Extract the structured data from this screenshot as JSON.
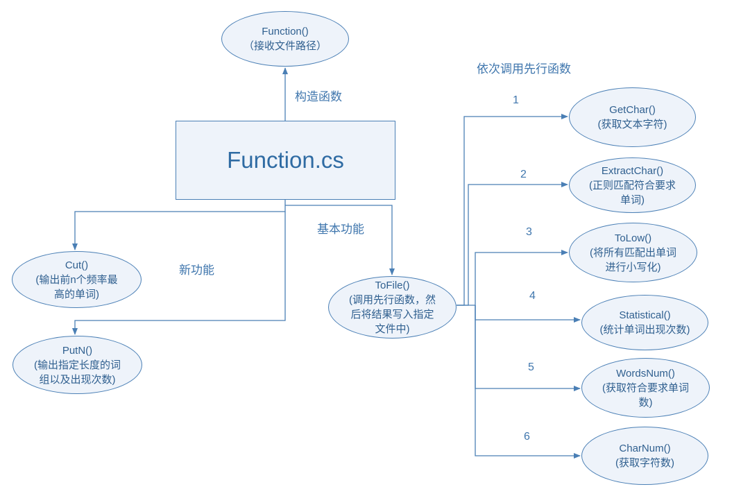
{
  "main": {
    "title": "Function.cs"
  },
  "constructor_node": {
    "line1": "Function()",
    "line2": "（接收文件路径）"
  },
  "labels": {
    "constructor": "构造函数",
    "new_feature": "新功能",
    "basic_feature": "基本功能",
    "call_order": "依次调用先行函数"
  },
  "new_features": [
    {
      "line1": "Cut()",
      "line2": "(输出前n个频率最",
      "line3": "高的单词)"
    },
    {
      "line1": "PutN()",
      "line2": "(输出指定长度的词",
      "line3": "组以及出现次数)"
    }
  ],
  "tofile": {
    "line1": "ToFile()",
    "line2": "(调用先行函数，然",
    "line3": "后将结果写入指定",
    "line4": "文件中)"
  },
  "steps": [
    {
      "number": "1",
      "line1": "GetChar()",
      "line2": "(获取文本字符)",
      "line3": ""
    },
    {
      "number": "2",
      "line1": "ExtractChar()",
      "line2": "(正则匹配符合要求",
      "line3": "单词)"
    },
    {
      "number": "3",
      "line1": "ToLow()",
      "line2": "(将所有匹配出单词",
      "line3": "进行小写化)"
    },
    {
      "number": "4",
      "line1": "Statistical()",
      "line2": "(统计单词出现次数)",
      "line3": ""
    },
    {
      "number": "5",
      "line1": "WordsNum()",
      "line2": "(获取符合要求单词",
      "line3": "数)"
    },
    {
      "number": "6",
      "line1": "CharNum()",
      "line2": "(获取字符数)",
      "line3": ""
    }
  ]
}
